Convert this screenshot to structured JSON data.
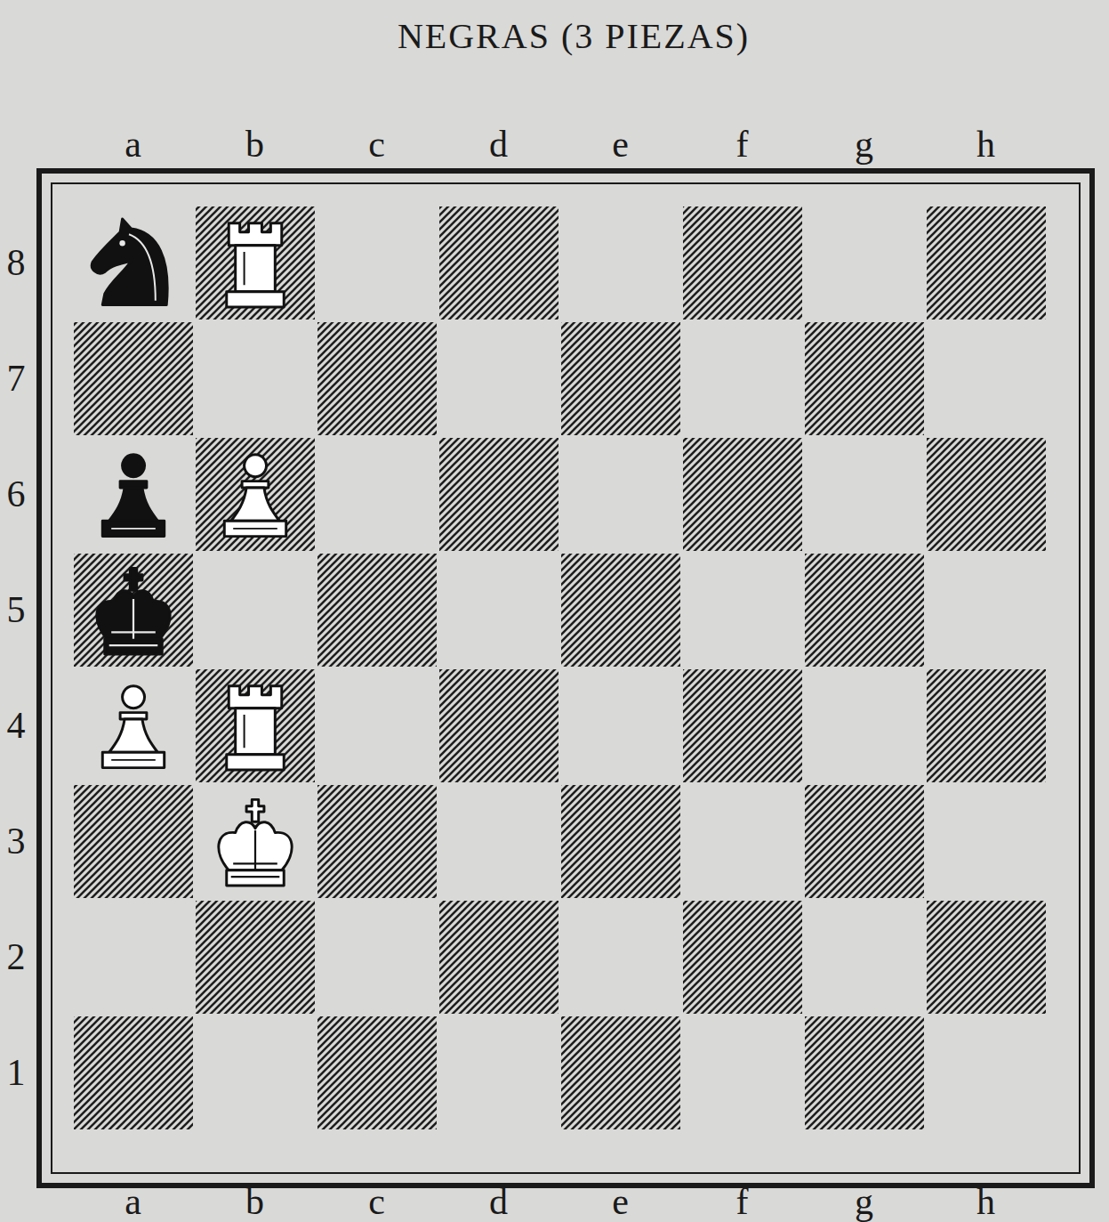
{
  "diagram": {
    "title": "NEGRAS (3 PIEZAS)",
    "labels": [
      "a",
      "b",
      "c",
      "d",
      "e",
      "f",
      "g",
      "h",
      "8",
      "7",
      "6",
      "5",
      "4",
      "3",
      "2",
      "1",
      "a",
      "b",
      "c",
      "d",
      "e",
      "f",
      "g",
      "h"
    ]
  }
}
